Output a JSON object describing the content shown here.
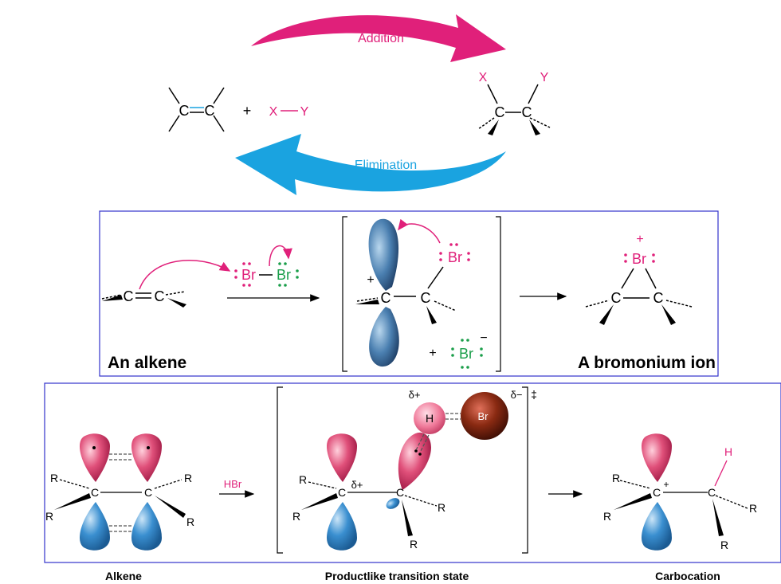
{
  "colors": {
    "addition": "#e0207a",
    "elimination": "#1aa3e0",
    "magenta": "#e0207a",
    "green": "#1a9e4a",
    "box_border": "#3333cc",
    "orbital_pink": "#e0507a",
    "orbital_blue": "#3a8fd0",
    "bromine_sphere": "#7a2410"
  },
  "top_panel": {
    "addition_label": "Addition",
    "elimination_label": "Elimination",
    "alkene_c1": "C",
    "alkene_c2": "C",
    "plus": "+",
    "reagent_x": "X",
    "reagent_y": "Y",
    "product_x": "X",
    "product_y": "Y",
    "product_c1": "C",
    "product_c2": "C"
  },
  "bromination_panel": {
    "alkene_c1": "C",
    "alkene_c2": "C",
    "br1": "Br",
    "br2": "Br",
    "ts_c1": "C",
    "ts_c2": "C",
    "ts_plus": "+",
    "ts_br": "Br",
    "bromide_plus": "+",
    "bromide": "Br",
    "bromide_charge": "−",
    "ion_br": "Br",
    "ion_charge": "+",
    "ion_c1": "C",
    "ion_c2": "C",
    "label_alkene": "An alkene",
    "label_bromonium": "A bromonium ion"
  },
  "hbr_panel": {
    "r": "R",
    "c": "C",
    "hbr_label": "HBr",
    "delta_plus": "δ+",
    "delta_minus": "δ−",
    "double_dagger": "‡",
    "h": "H",
    "br": "Br",
    "cation_plus": "+",
    "label_alkene": "Alkene",
    "label_ts": "Productlike transition state",
    "label_carbocation": "Carbocation"
  }
}
